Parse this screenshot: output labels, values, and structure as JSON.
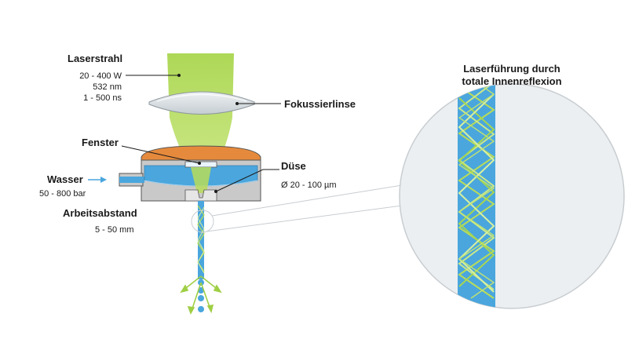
{
  "labels": {
    "laser_title": "Laserstrahl",
    "laser_power": "20 - 400 W",
    "laser_wavelength": "532 nm",
    "laser_pulse": "1 - 500 ns",
    "lens": "Fokussierlinse",
    "window": "Fenster",
    "water": "Wasser",
    "water_pressure": "50 - 800 bar",
    "nozzle": "Düse",
    "nozzle_diameter": "Ø 20 - 100 µm",
    "working_distance": "Arbeitsabstand",
    "working_distance_range": "5 - 50 mm",
    "detail_title_line1": "Laserführung durch",
    "detail_title_line2": "totale Innenreflexion"
  },
  "colors": {
    "laser_green": "#b8dc5a",
    "water_blue": "#4aa6dd",
    "housing_orange": "#e58a3c",
    "housing_gray": "#c9c9c9",
    "lens_gray": "#d8dde0",
    "detail_circle": "#eceff1"
  }
}
